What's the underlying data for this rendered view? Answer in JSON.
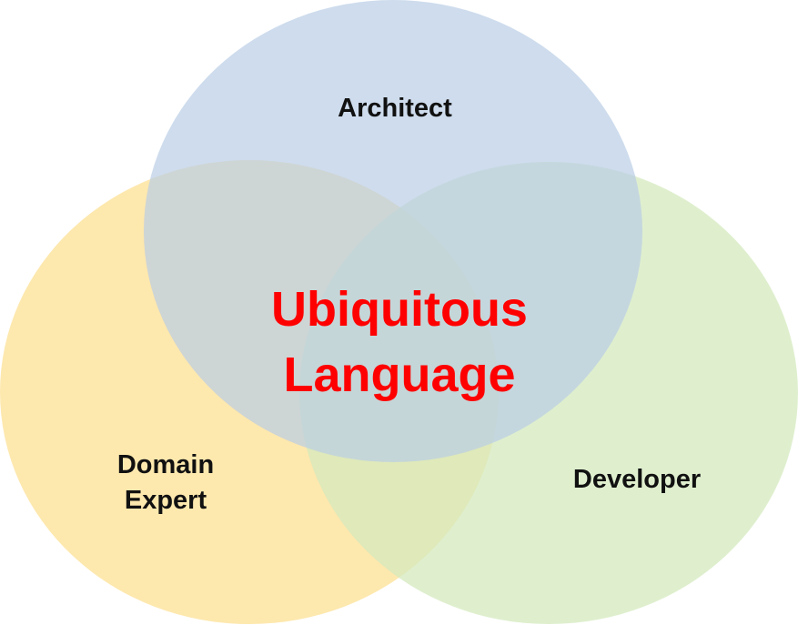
{
  "circles": [
    {
      "label": "Architect",
      "color": "#b9cde6"
    },
    {
      "label_lines": [
        "Domain",
        "Expert"
      ],
      "color": "#fde4a0"
    },
    {
      "label": "Developer",
      "color": "#d4eabd"
    }
  ],
  "center": {
    "lines": [
      "Ubiquitous",
      "Language"
    ],
    "color": "#ff0000"
  }
}
